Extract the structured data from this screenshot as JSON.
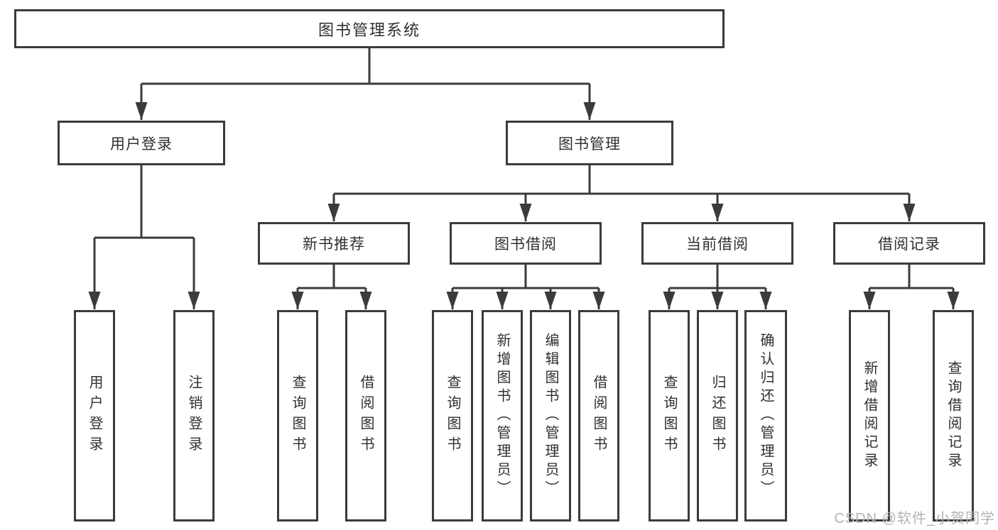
{
  "colors": {
    "line": "#3b3b3b",
    "text": "#303030",
    "watermark": "#b3b3b3",
    "background": "#ffffff"
  },
  "diagram": {
    "root": {
      "label": "图书管理系统"
    },
    "user_login": {
      "label": "用户登录",
      "children": {
        "login": {
          "label": "用户登录"
        },
        "logout": {
          "label": "注销登录"
        }
      }
    },
    "book_management": {
      "label": "图书管理",
      "new_book_recommend": {
        "label": "新书推荐",
        "children": {
          "query_books": {
            "label": "查询图书"
          },
          "borrow_books": {
            "label": "借阅图书"
          }
        }
      },
      "book_borrowing": {
        "label": "图书借阅",
        "children": {
          "query_books": {
            "label": "查询图书"
          },
          "add_books_admin": {
            "label": "新增图书（管理员）"
          },
          "edit_books_admin": {
            "label": "编辑图书（管理员）"
          },
          "borrow_books": {
            "label": "借阅图书"
          }
        }
      },
      "current_borrowing": {
        "label": "当前借阅",
        "children": {
          "query_books": {
            "label": "查询图书"
          },
          "return_books": {
            "label": "归还图书"
          },
          "confirm_return_admin": {
            "label": "确认归还（管理员）"
          }
        }
      },
      "borrowing_records": {
        "label": "借阅记录",
        "children": {
          "add_record": {
            "label": "新增借阅记录"
          },
          "query_record": {
            "label": "查询借阅记录"
          }
        }
      }
    }
  },
  "watermark": {
    "text": "CSDN @软件_小贺同学"
  }
}
